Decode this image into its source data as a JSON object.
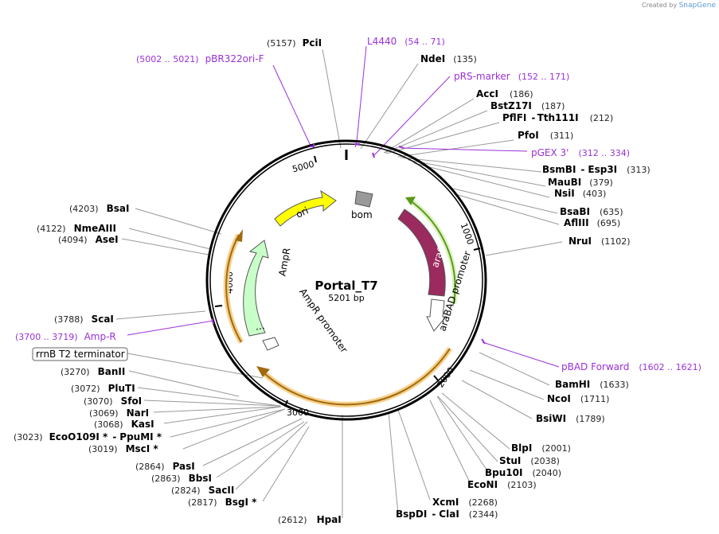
{
  "credit": {
    "prefix": "Created by",
    "brand": "SnapGene"
  },
  "plasmid": {
    "name": "Portal_T7",
    "size": "5201 bp"
  },
  "ticks": [
    "1000",
    "2000",
    "3000",
    "4000",
    "5000"
  ],
  "features": {
    "ori": "ori",
    "bom": "bom",
    "ampr": "AmpR",
    "ampr_promoter": "AmpR promoter",
    "arac": "araC",
    "arabad_promoter": "araBAD promoter",
    "rrnb": "rrnB T2 terminator"
  },
  "enzymes": [
    {
      "name": "PciI",
      "pos": "(5157)"
    },
    {
      "name": "NdeI",
      "pos": "(135)"
    },
    {
      "name": "AccI",
      "pos": "(186)"
    },
    {
      "name": "BstZ17I",
      "pos": "(187)"
    },
    {
      "name": "PflFI",
      "sep": "-",
      "name2": "Tth111I",
      "pos": "(212)"
    },
    {
      "name": "PfoI",
      "pos": "(311)"
    },
    {
      "name": "BsmBI",
      "sep": "-",
      "name2": "Esp3I",
      "pos": "(313)"
    },
    {
      "name": "MauBI",
      "pos": "(379)"
    },
    {
      "name": "NsiI",
      "pos": "(403)"
    },
    {
      "name": "BsaBI",
      "pos": "(635)"
    },
    {
      "name": "AflIII",
      "pos": "(695)"
    },
    {
      "name": "NruI",
      "pos": "(1102)"
    },
    {
      "name": "BamHI",
      "pos": "(1633)"
    },
    {
      "name": "NcoI",
      "pos": "(1711)"
    },
    {
      "name": "BsiWI",
      "pos": "(1789)"
    },
    {
      "name": "BlpI",
      "pos": "(2001)"
    },
    {
      "name": "StuI",
      "pos": "(2038)"
    },
    {
      "name": "Bpu10I",
      "pos": "(2040)"
    },
    {
      "name": "EcoNI",
      "pos": "(2103)"
    },
    {
      "name": "XcmI",
      "pos": "(2268)"
    },
    {
      "name": "BspDI",
      "sep": "-",
      "name2": "ClaI",
      "pos": "(2344)"
    },
    {
      "name": "HpaI",
      "pos": "(2612)"
    },
    {
      "name": "BsgI *",
      "pos": "(2817)"
    },
    {
      "name": "SacII",
      "pos": "(2824)"
    },
    {
      "name": "BbsI",
      "pos": "(2863)"
    },
    {
      "name": "PasI",
      "pos": "(2864)"
    },
    {
      "name": "MscI *",
      "pos": "(3019)"
    },
    {
      "name": "EcoO109I *",
      "sep": "-",
      "name2": "PpuMI *",
      "pos": "(3023)"
    },
    {
      "name": "KasI",
      "pos": "(3068)"
    },
    {
      "name": "NarI",
      "pos": "(3069)"
    },
    {
      "name": "SfoI",
      "pos": "(3070)"
    },
    {
      "name": "PluTI",
      "pos": "(3072)"
    },
    {
      "name": "BanII",
      "pos": "(3270)"
    },
    {
      "name": "ScaI",
      "pos": "(3788)"
    },
    {
      "name": "AseI",
      "pos": "(4094)"
    },
    {
      "name": "NmeAIII",
      "pos": "(4122)"
    },
    {
      "name": "BsaI",
      "pos": "(4203)"
    }
  ],
  "primers": [
    {
      "name": "L4440",
      "range": "(54 .. 71)"
    },
    {
      "name": "pBR322ori-F",
      "range": "(5002 .. 5021)"
    },
    {
      "name": "pRS-marker",
      "range": "(152 .. 171)"
    },
    {
      "name": "pGEX 3'",
      "range": "(312 .. 334)"
    },
    {
      "name": "pBAD Forward",
      "range": "(1602 .. 1621)"
    },
    {
      "name": "Amp-R",
      "range": "(3700 .. 3719)"
    }
  ],
  "colors": {
    "ori": "#ffff00",
    "arac": "#9b2a5e",
    "ampr": "#c8ffc8",
    "bom": "#999999",
    "orange": "#f0b040",
    "green": "#77cc33",
    "primer": "#9b30d9"
  }
}
